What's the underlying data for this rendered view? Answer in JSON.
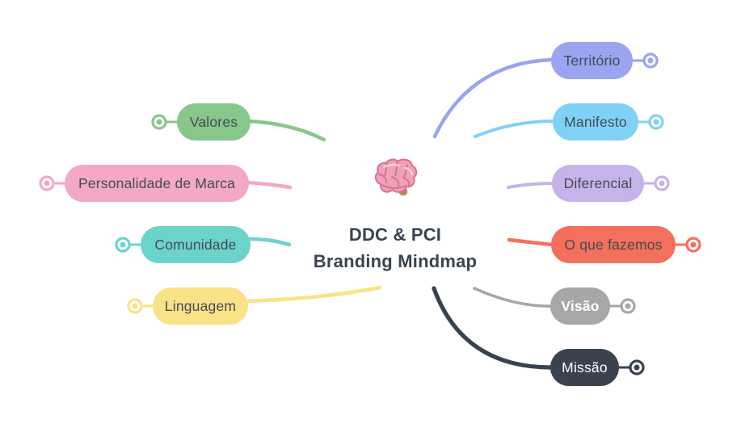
{
  "center": {
    "icon": "brain-icon",
    "title_line1": "DDC & PCI",
    "title_line2": "Branding Mindmap",
    "title_color": "#3a444e"
  },
  "icons": {
    "center": "brain-icon",
    "node_connector": "circle-dot-icon"
  },
  "nodes": [
    {
      "id": "territorio",
      "label": "Território",
      "side": "right",
      "fill": "#9aa4f1",
      "text_color": "#454b54",
      "bold": false
    },
    {
      "id": "valores",
      "label": "Valores",
      "side": "left",
      "fill": "#87c78a",
      "text_color": "#454b54",
      "bold": false
    },
    {
      "id": "manifesto",
      "label": "Manifesto",
      "side": "right",
      "fill": "#7fd1f6",
      "text_color": "#454b54",
      "bold": false
    },
    {
      "id": "personalidade",
      "label": "Personalidade de Marca",
      "side": "left",
      "fill": "#f3a8c6",
      "text_color": "#454b54",
      "bold": false
    },
    {
      "id": "diferencial",
      "label": "Diferencial",
      "side": "right",
      "fill": "#c6b3ea",
      "text_color": "#454b54",
      "bold": false
    },
    {
      "id": "comunidade",
      "label": "Comunidade",
      "side": "left",
      "fill": "#6cd3ca",
      "text_color": "#454b54",
      "bold": false
    },
    {
      "id": "oquefazemos",
      "label": "O que fazemos",
      "side": "right",
      "fill": "#f4705c",
      "text_color": "#454b54",
      "bold": false
    },
    {
      "id": "linguagem",
      "label": "Linguagem",
      "side": "left",
      "fill": "#fae287",
      "text_color": "#454b54",
      "bold": false
    },
    {
      "id": "visao",
      "label": "Visão",
      "side": "right",
      "fill": "#a7a7a7",
      "text_color": "#ffffff",
      "bold": true
    },
    {
      "id": "missao",
      "label": "Missão",
      "side": "right",
      "fill": "#39424d",
      "text_color": "#ffffff",
      "bold": false
    }
  ]
}
